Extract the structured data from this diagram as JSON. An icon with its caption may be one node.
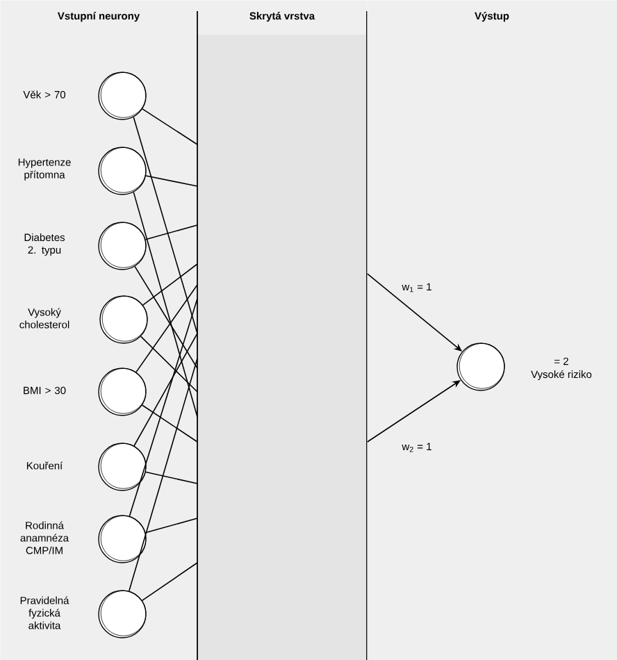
{
  "diagram": {
    "nodes": [
      {
        "text": [
          "Vstupní neurony"
        ]
      },
      {
        "text": [
          "Skrytá vrstva"
        ]
      },
      {
        "text": [
          "Výstup"
        ]
      },
      {
        "text": [],
        "shape": "circle",
        "beside": [
          "Věk > 70"
        ],
        "in": 0
      },
      {
        "text": [],
        "shape": "circle",
        "beside": [
          "Hypertenze přítomna"
        ],
        "in": 0
      },
      {
        "text": [],
        "shape": "circle",
        "beside": [
          "Diabetes 2. typu"
        ],
        "in": 0
      },
      {
        "text": [],
        "shape": "circle",
        "beside": [
          "Vysoký cholesterol"
        ],
        "in": 0
      },
      {
        "text": [],
        "shape": "circle",
        "beside": [
          "BMI > 30"
        ],
        "in": 0
      },
      {
        "text": [],
        "shape": "circle",
        "beside": [
          "Kouření"
        ],
        "in": 0
      },
      {
        "text": [],
        "shape": "circle",
        "beside": [
          "Rodinná anamnéza CMP/IM"
        ],
        "in": 0
      },
      {
        "text": [],
        "shape": "circle",
        "beside": [
          "Pravidelná fyzická aktivita"
        ],
        "in": 0
      },
      {
        "text": [],
        "shape": "circle",
        "beside": [
          "= 2",
          "Vysoké riziko"
        ],
        "in": 2
      }
    ],
    "edges": [
      {
        "from": 3,
        "to": 1,
        "arrow": "none"
      },
      {
        "from": 3,
        "to": 1,
        "arrow": "none"
      },
      {
        "from": 4,
        "to": 1,
        "arrow": "none"
      },
      {
        "from": 4,
        "to": 1,
        "arrow": "none"
      },
      {
        "from": 5,
        "to": 1,
        "arrow": "none"
      },
      {
        "from": 5,
        "to": 1,
        "arrow": "none"
      },
      {
        "from": 6,
        "to": 1,
        "arrow": "none"
      },
      {
        "from": 6,
        "to": 1,
        "arrow": "none"
      },
      {
        "from": 7,
        "to": 1,
        "arrow": "none"
      },
      {
        "from": 7,
        "to": 1,
        "arrow": "none"
      },
      {
        "from": 8,
        "to": 1,
        "arrow": "none"
      },
      {
        "from": 8,
        "to": 1,
        "arrow": "none"
      },
      {
        "from": 9,
        "to": 1,
        "arrow": "none"
      },
      {
        "from": 9,
        "to": 1,
        "arrow": "none"
      },
      {
        "from": 10,
        "to": 1,
        "arrow": "none"
      },
      {
        "from": 10,
        "to": 1,
        "arrow": "none"
      },
      {
        "from": 1,
        "to": 11,
        "arrow": "to",
        "label": "w$_{1}$ = 1"
      },
      {
        "from": 1,
        "to": 11,
        "arrow": "to",
        "label": "w$_{2}$ = 1"
      }
    ]
  }
}
